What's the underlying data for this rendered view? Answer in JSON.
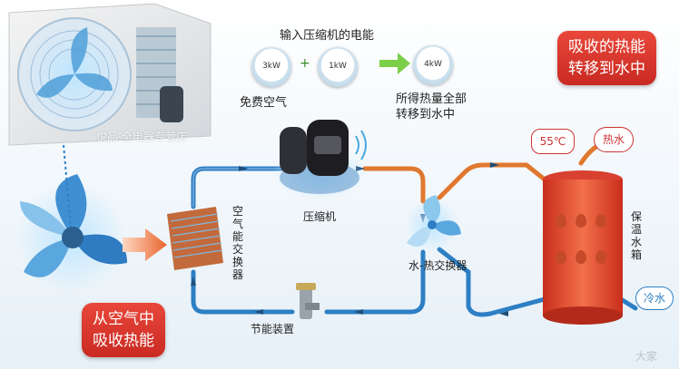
{
  "top_formula": {
    "title": "输入压缩机的电能",
    "gauge_free": "3kW",
    "gauge_input": "1kW",
    "gauge_output": "4kW",
    "plus": "+",
    "free_air": "免费空气",
    "output_line1": "所得热量全部",
    "output_line2": "转移到水中"
  },
  "watermark": "悦品·全电器专营店",
  "labels": {
    "compressor": "压缩机",
    "air_exchanger": "空气能交换器",
    "water_exchanger": "水-热交换器",
    "throttle": "节能装置",
    "tank": "保温水箱",
    "temp": "55℃",
    "hot_water": "热水",
    "cold_water": "冷水"
  },
  "callout_top_right": {
    "line1": "吸收的热能",
    "line2": "转移到水中"
  },
  "callout_bottom_left": {
    "line1": "从空气中",
    "line2": "吸收热能"
  },
  "corner_mark": "大家",
  "colors": {
    "hot_pipe": "#e0782e",
    "cold_pipe": "#2d7fc4",
    "callout": "#d8352b",
    "tank": "#e24a30"
  }
}
